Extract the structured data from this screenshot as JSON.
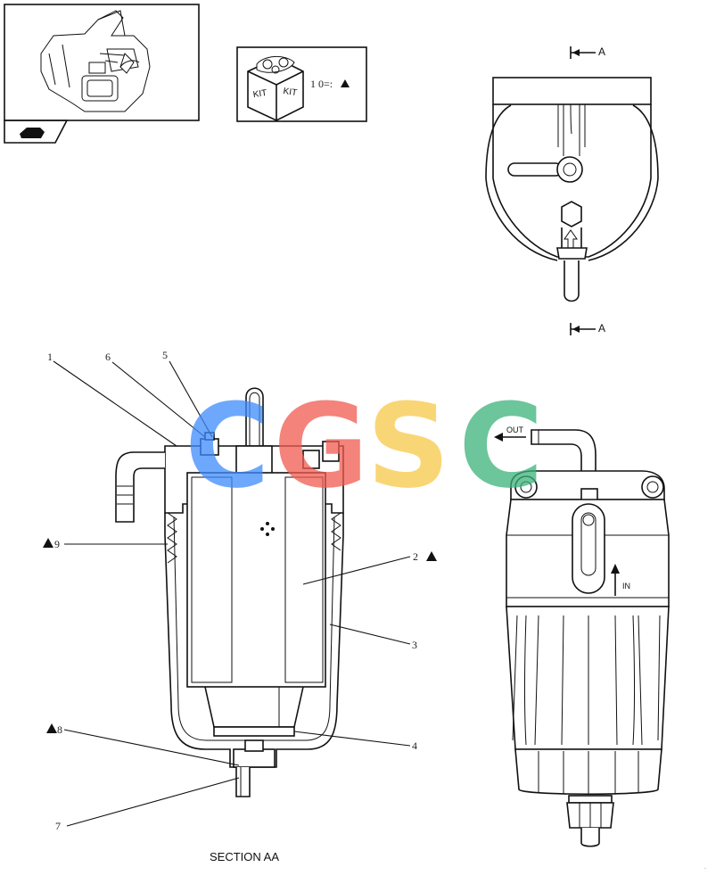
{
  "kit_box": {
    "left_label": "KIT",
    "right_label": "KIT",
    "quantity_text": "1 0=:"
  },
  "section_markers": {
    "top": "A",
    "bottom": "A"
  },
  "section_title": "SECTION AA",
  "flow_labels": {
    "out": "OUT",
    "in": "IN"
  },
  "callouts": [
    {
      "id": "c1",
      "text": "1"
    },
    {
      "id": "c6",
      "text": "6"
    },
    {
      "id": "c5",
      "text": "5"
    },
    {
      "id": "c2",
      "text": "2"
    },
    {
      "id": "c9",
      "text": "9"
    },
    {
      "id": "c3",
      "text": "3"
    },
    {
      "id": "c4",
      "text": "4"
    },
    {
      "id": "c8",
      "text": "8"
    },
    {
      "id": "c7",
      "text": "7"
    }
  ],
  "watermark": {
    "letters": [
      "C",
      "G",
      "S",
      "C"
    ],
    "colors": [
      "#3d8bfd",
      "#f05a4f",
      "#f7c948",
      "#3bb27a"
    ]
  }
}
